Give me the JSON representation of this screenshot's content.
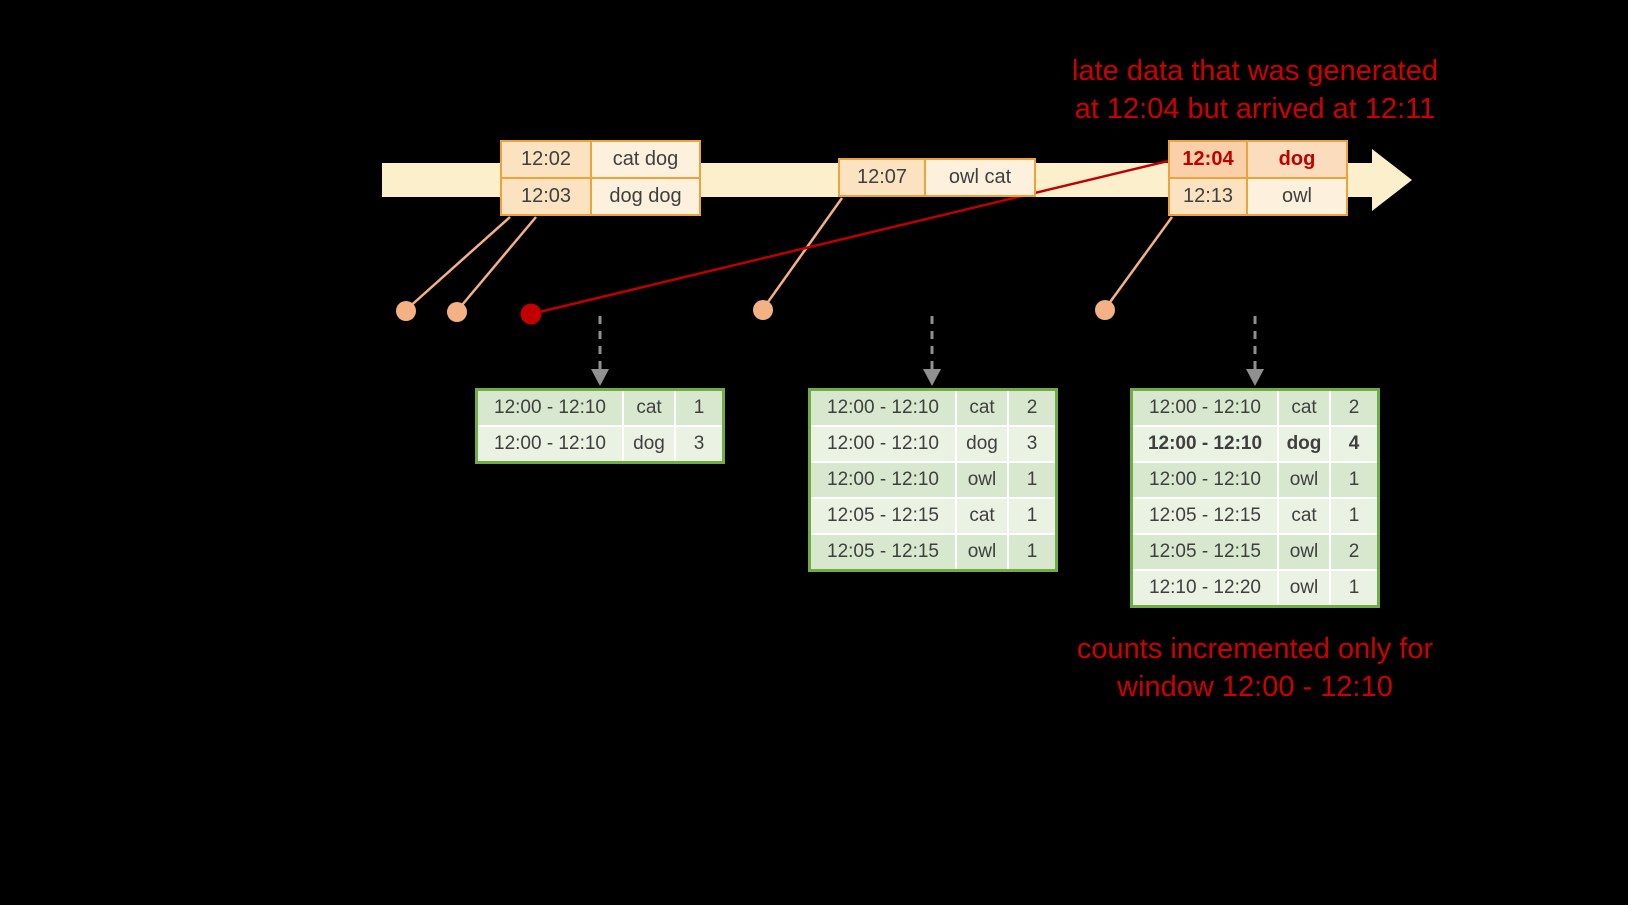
{
  "annotations": {
    "late_data_line1": "late data that was generated",
    "late_data_line2": "at 12:04 but arrived at 12:11",
    "counts_line1": "counts incremented only for",
    "counts_line2": "window 12:00 - 12:10"
  },
  "event_tables": [
    {
      "rows": [
        {
          "time": "12:02",
          "words": "cat dog",
          "late": false
        },
        {
          "time": "12:03",
          "words": "dog dog",
          "late": false
        }
      ]
    },
    {
      "rows": [
        {
          "time": "12:07",
          "words": "owl cat",
          "late": false
        }
      ]
    },
    {
      "rows": [
        {
          "time": "12:04",
          "words": "dog",
          "late": true
        },
        {
          "time": "12:13",
          "words": "owl",
          "late": false
        }
      ]
    }
  ],
  "result_tables": [
    {
      "rows": [
        {
          "window": "12:00 - 12:10",
          "word": "cat",
          "count": "1",
          "highlight": false
        },
        {
          "window": "12:00 - 12:10",
          "word": "dog",
          "count": "3",
          "highlight": false
        }
      ]
    },
    {
      "rows": [
        {
          "window": "12:00 - 12:10",
          "word": "cat",
          "count": "2",
          "highlight": false
        },
        {
          "window": "12:00 - 12:10",
          "word": "dog",
          "count": "3",
          "highlight": false
        },
        {
          "window": "12:00 - 12:10",
          "word": "owl",
          "count": "1",
          "highlight": false
        },
        {
          "window": "12:05 - 12:15",
          "word": "cat",
          "count": "1",
          "highlight": false
        },
        {
          "window": "12:05 - 12:15",
          "word": "owl",
          "count": "1",
          "highlight": false
        }
      ]
    },
    {
      "rows": [
        {
          "window": "12:00 - 12:10",
          "word": "cat",
          "count": "2",
          "highlight": false
        },
        {
          "window": "12:00 - 12:10",
          "word": "dog",
          "count": "4",
          "highlight": true
        },
        {
          "window": "12:00 - 12:10",
          "word": "owl",
          "count": "1",
          "highlight": false
        },
        {
          "window": "12:05 - 12:15",
          "word": "cat",
          "count": "1",
          "highlight": false
        },
        {
          "window": "12:05 - 12:15",
          "word": "owl",
          "count": "2",
          "highlight": false
        },
        {
          "window": "12:10 - 12:20",
          "word": "owl",
          "count": "1",
          "highlight": false
        }
      ]
    }
  ],
  "colors": {
    "background": "#000000",
    "timeline": "#fcf0cc",
    "event_border": "#eda33c",
    "event_time_bg": "#fbe2c0",
    "event_word_bg": "#fdf1dd",
    "late_row_bg": "#f9d0a9",
    "red": "#c00000",
    "annotation_red": "#cf0000",
    "connector_salmon": "#f4b183",
    "trigger_gray": "#909090",
    "green_border": "#70ad47",
    "green_row_dark": "#d8e8cf",
    "green_row_light": "#eaf2e3",
    "text": "#3f3f3f"
  }
}
